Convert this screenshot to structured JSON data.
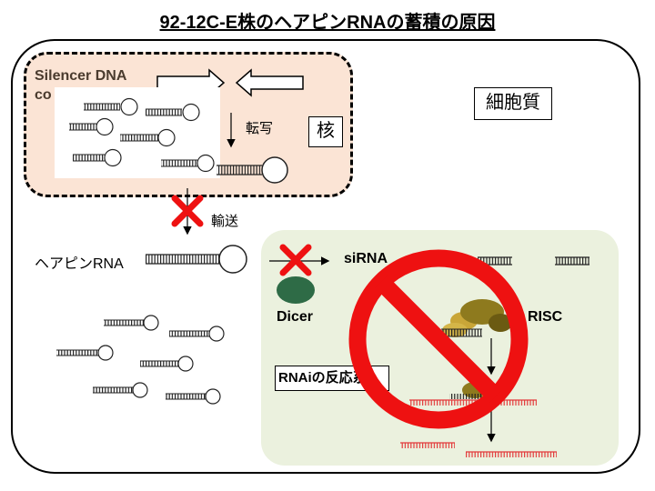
{
  "title": "92-12C-E株のヘアピンRNAの蓄積の原因",
  "labels": {
    "silencer": "Silencer DNA",
    "construct_partial": "co",
    "transcription": "転写",
    "nucleus": "核",
    "cytoplasm": "細胞質",
    "transport": "輸送",
    "hairpin_rna": "ヘアピンRNA",
    "sirna": "siRNA",
    "dicer": "Dicer",
    "risc": "RISC",
    "rnai_reaction": "RNAiの反応系"
  },
  "colors": {
    "nucleus_fill": "#fbe4d5",
    "rnai_fill": "#ebf1de",
    "cross": "#ee1111",
    "prohibit": "#ee1111",
    "dicer": "#2e6b46",
    "risc_light": "#c9a638",
    "risc_dark": "#6b5a12",
    "target_mrna": "#e23b3b"
  },
  "icons": [
    "right-arrow-icon",
    "left-arrow-icon",
    "cross-mark-icon",
    "prohibition-icon",
    "hairpin-rna-icon",
    "dicer-icon",
    "risc-icon"
  ]
}
